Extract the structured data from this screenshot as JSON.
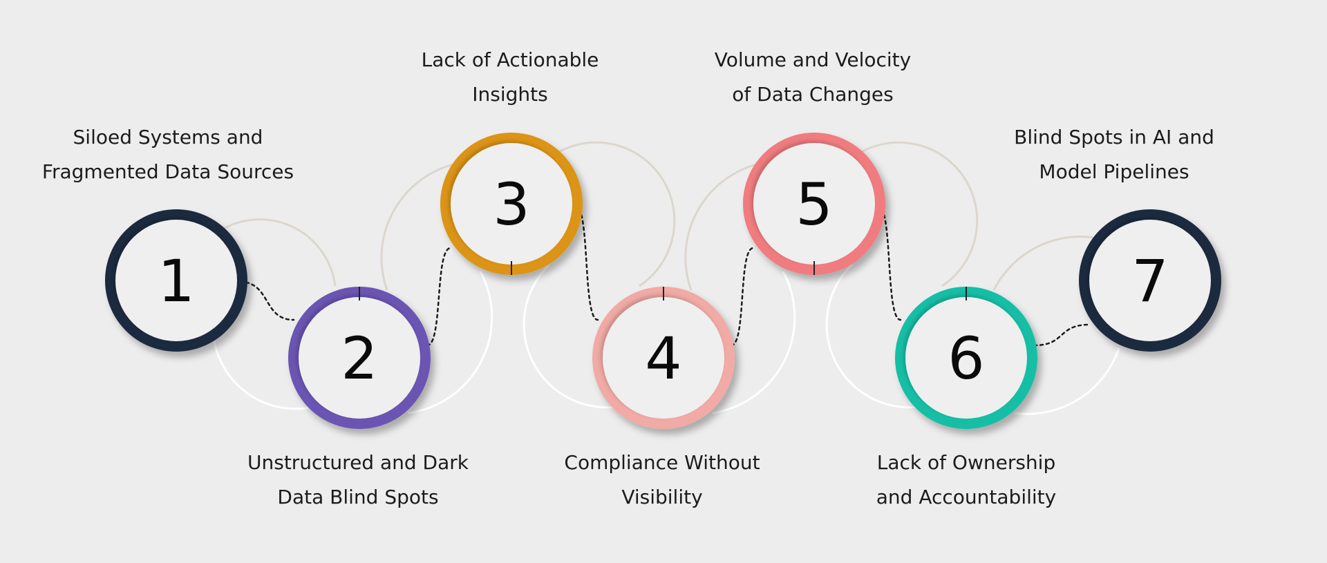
{
  "steps": [
    {
      "number": "1",
      "label_line1": "Siloed Systems and",
      "label_line2": "Fragmented Data Sources",
      "ring_color": "#1e2b40"
    },
    {
      "number": "2",
      "label_line1": "Unstructured and Dark",
      "label_line2": "Data Blind Spots",
      "ring_color": "#6a55b3"
    },
    {
      "number": "3",
      "label_line1": "Lack of Actionable",
      "label_line2": "Insights",
      "ring_color": "#dc9417"
    },
    {
      "number": "4",
      "label_line1": "Compliance Without",
      "label_line2": "Visibility",
      "ring_color": "#f1aaa5"
    },
    {
      "number": "5",
      "label_line1": "Volume and Velocity",
      "label_line2": "of Data Changes",
      "ring_color": "#f07c7f"
    },
    {
      "number": "6",
      "label_line1": "Lack of Ownership",
      "label_line2": "and Accountability",
      "ring_color": "#18bea6"
    },
    {
      "number": "7",
      "label_line1": "Blind Spots in AI and",
      "label_line2": "Model Pipelines",
      "ring_color": "#1e2b40"
    }
  ],
  "colors": {
    "background": "#ededed",
    "inner_circle": "#efefef",
    "connector": "#1b1b1b",
    "arc": "#ffffff"
  }
}
